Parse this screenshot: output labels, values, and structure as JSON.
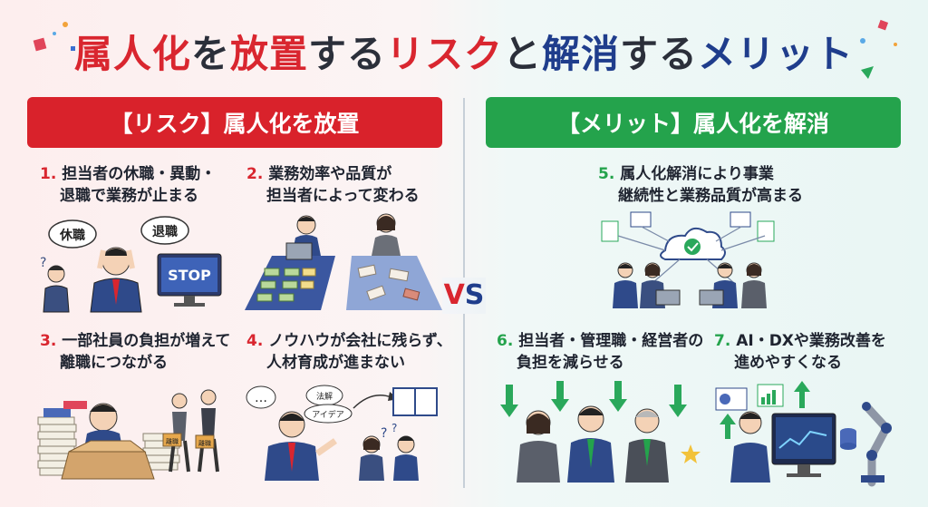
{
  "title": {
    "part1": "属人化",
    "part2": "を",
    "part3": "放置",
    "part4": "する",
    "part5": "リスク",
    "part6": "と",
    "part7": "解消",
    "part8": "する",
    "part9": "メリット"
  },
  "risk_banner": "【リスク】属人化を放置",
  "merit_banner": "【メリット】属人化を解消",
  "vs": {
    "v": "V",
    "s": "S"
  },
  "items": [
    {
      "num": "1.",
      "line1": "担当者の休職・異動・",
      "line2": "退職で業務が止まる"
    },
    {
      "num": "2.",
      "line1": "業務効率や品質が",
      "line2": "担当者によって変わる"
    },
    {
      "num": "3.",
      "line1": "一部社員の負担が増えて",
      "line2": "離職につながる"
    },
    {
      "num": "4.",
      "line1": "ノウハウが会社に残らず、",
      "line2": "人材育成が進まない"
    },
    {
      "num": "5.",
      "line1": "属人化解消により事業",
      "line2": "継続性と業務品質が高まる"
    },
    {
      "num": "6.",
      "line1": "担当者・管理職・経営者の",
      "line2": "負担を減らせる"
    },
    {
      "num": "7.",
      "line1": "AI・DXや業務改善を",
      "line2": "進めやすくなる"
    }
  ],
  "illustrations": {
    "bubble_leave": "休職",
    "bubble_retire": "退職",
    "stop_sign": "STOP",
    "bubble_dots": "…",
    "bubble_idea1": "法解",
    "bubble_idea2": "アイデア",
    "question": "?",
    "folder1": "離職",
    "folder2": "離職"
  },
  "colors": {
    "red": "#d9262f",
    "green": "#24a34c",
    "navy": "#1f3d8c"
  }
}
